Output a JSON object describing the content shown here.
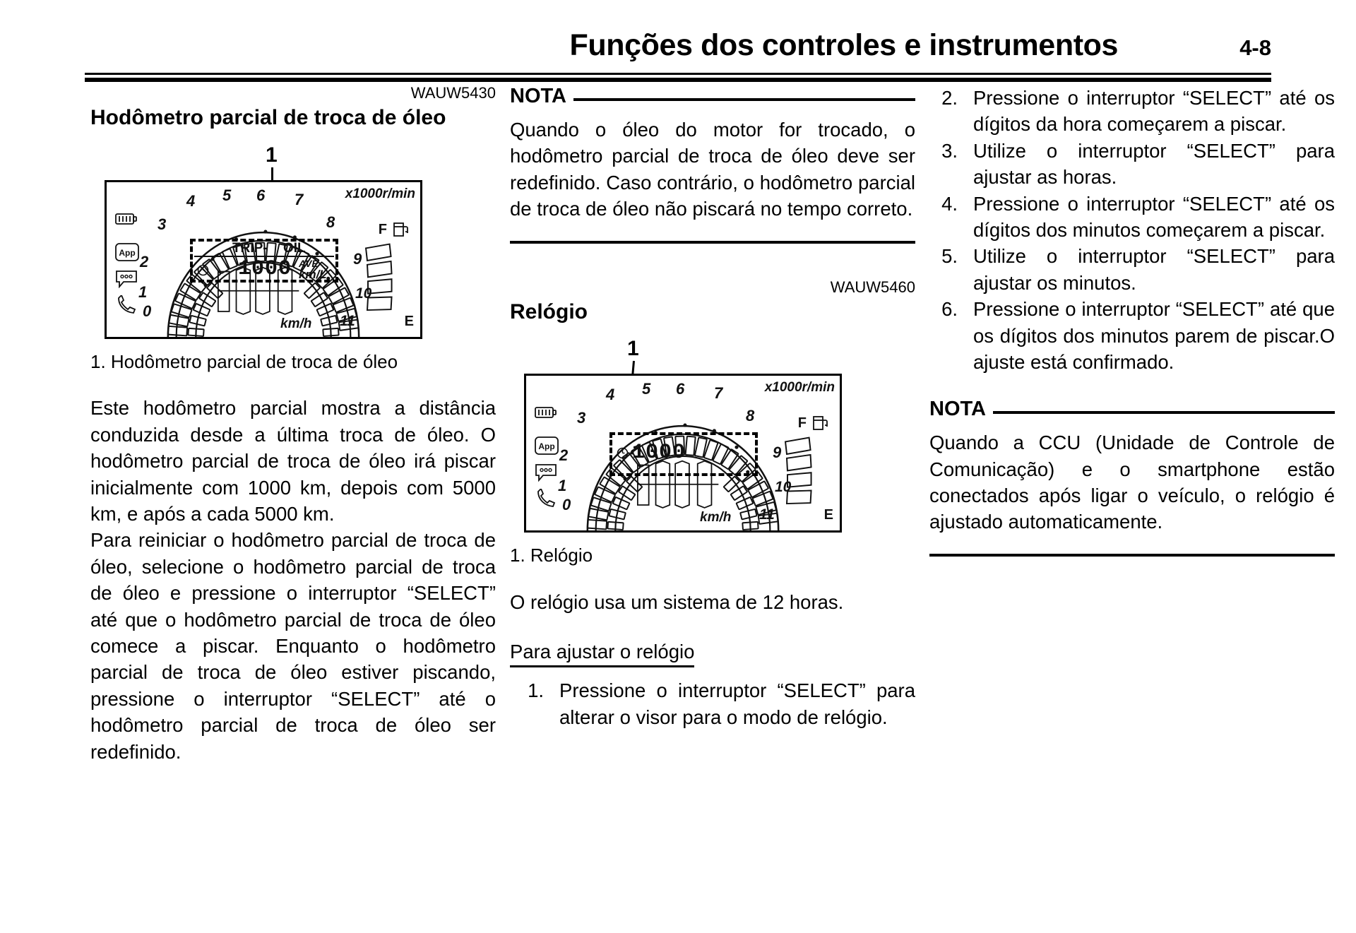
{
  "header": {
    "title": "Funções dos controles e instrumentos",
    "page_number": "4-8"
  },
  "left_column": {
    "section_code": "WAUW5430",
    "section_title": "Hodômetro parcial de troca de óleo",
    "figure": {
      "callout": "1",
      "display_labels": {
        "rpm_unit": "x1000r/min",
        "tach_ticks": [
          "0",
          "1",
          "2",
          "3",
          "4",
          "5",
          "6",
          "7",
          "8",
          "9",
          "10",
          "11"
        ],
        "trip_label": "TRIP-",
        "oil_label": "OIL",
        "digits": "1000",
        "ave_label": "AVE",
        "consumption_unit": "km/L",
        "speed_unit": "km/h",
        "fuel_full": "F",
        "fuel_empty": "E",
        "icons": [
          "battery-icon",
          "app-icon",
          "message-icon",
          "phone-icon",
          "clock-icon",
          "fuel-pump-icon"
        ]
      }
    },
    "figure_caption": "1. Hodômetro parcial de troca de óleo",
    "paragraph_1": "Este hodômetro parcial mostra a distância conduzida desde a última troca de óleo. O hodômetro parcial de troca de óleo irá piscar inicialmente com 1000 km, depois com 5000 km, e após a cada 5000 km.",
    "paragraph_2": "Para reiniciar o hodômetro parcial de troca de óleo, selecione o hodômetro parcial de troca de óleo e pressione o interruptor “SELECT” até que o hodômetro parcial de troca de óleo comece a piscar. Enquanto o hodômetro parcial de troca de óleo estiver piscando, pressione o interruptor “SELECT” até o hodômetro parcial de troca de óleo ser redefinido."
  },
  "middle_column": {
    "nota_label": "NOTA",
    "nota_text": "Quando o óleo do motor for trocado, o hodômetro parcial de troca de óleo deve ser redefinido. Caso contrário, o hodômetro parcial de troca de óleo não piscará no tempo correto.",
    "section_code": "WAUW5460",
    "section_title": "Relógio",
    "figure": {
      "callout": "1",
      "display_labels": {
        "rpm_unit": "x1000r/min",
        "tach_ticks": [
          "0",
          "1",
          "2",
          "3",
          "4",
          "5",
          "6",
          "7",
          "8",
          "9",
          "10",
          "11"
        ],
        "digits": "1000",
        "speed_unit": "km/h",
        "fuel_full": "F",
        "fuel_empty": "E",
        "icons": [
          "battery-icon",
          "app-icon",
          "message-icon",
          "phone-icon",
          "clock-icon",
          "fuel-pump-icon"
        ]
      }
    },
    "figure_caption": "1. Relógio",
    "paragraph_1": "O relógio usa um sistema de 12 horas.",
    "subheading": "Para ajustar o relógio",
    "steps": [
      {
        "num": "1.",
        "text": "Pressione o interruptor “SELECT” para alterar o visor para o modo de relógio."
      }
    ]
  },
  "right_column": {
    "steps": [
      {
        "num": "2.",
        "text": "Pressione o interruptor “SELECT” até os dígitos da hora começarem a piscar."
      },
      {
        "num": "3.",
        "text": "Utilize o interruptor “SELECT” para ajustar as horas."
      },
      {
        "num": "4.",
        "text": "Pressione o interruptor “SELECT” até os dígitos dos minutos começarem a piscar."
      },
      {
        "num": "5.",
        "text": "Utilize o interruptor “SELECT” para ajustar os minutos."
      },
      {
        "num": "6.",
        "text": "Pressione o interruptor “SELECT” até que os dígitos dos minutos parem de piscar.O ajuste está confirmado."
      }
    ],
    "nota_label": "NOTA",
    "nota_text": "Quando a CCU (Unidade de Controle de Comunicação) e o smartphone estão conectados após ligar o veículo, o relógio é ajustado automaticamente."
  }
}
